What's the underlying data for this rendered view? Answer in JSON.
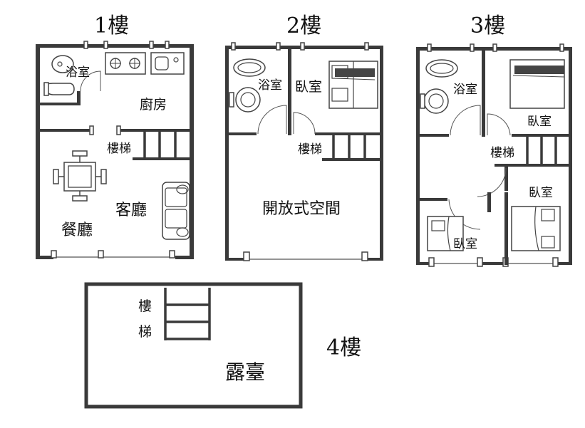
{
  "floors": {
    "f1": {
      "title": "1樓",
      "rooms": {
        "bath": "浴室",
        "kitchen": "廚房",
        "stairs": "樓梯",
        "living": "客廳",
        "dining": "餐廳"
      }
    },
    "f2": {
      "title": "2樓",
      "rooms": {
        "bath": "浴室",
        "bedroom": "臥室",
        "stairs": "樓梯",
        "open_space": "開放式空間"
      }
    },
    "f3": {
      "title": "3樓",
      "rooms": {
        "bath": "浴室",
        "bedroom_top": "臥室",
        "stairs": "樓梯",
        "bedroom_right": "臥室",
        "bedroom_small": "臥室"
      }
    },
    "f4": {
      "title": "4樓",
      "rooms": {
        "stairs_char1": "樓",
        "stairs_char2": "梯",
        "terrace": "露臺"
      }
    }
  },
  "colors": {
    "wall": "#3a3a3a",
    "line": "#555555",
    "text": "#111111",
    "background": "#ffffff"
  }
}
